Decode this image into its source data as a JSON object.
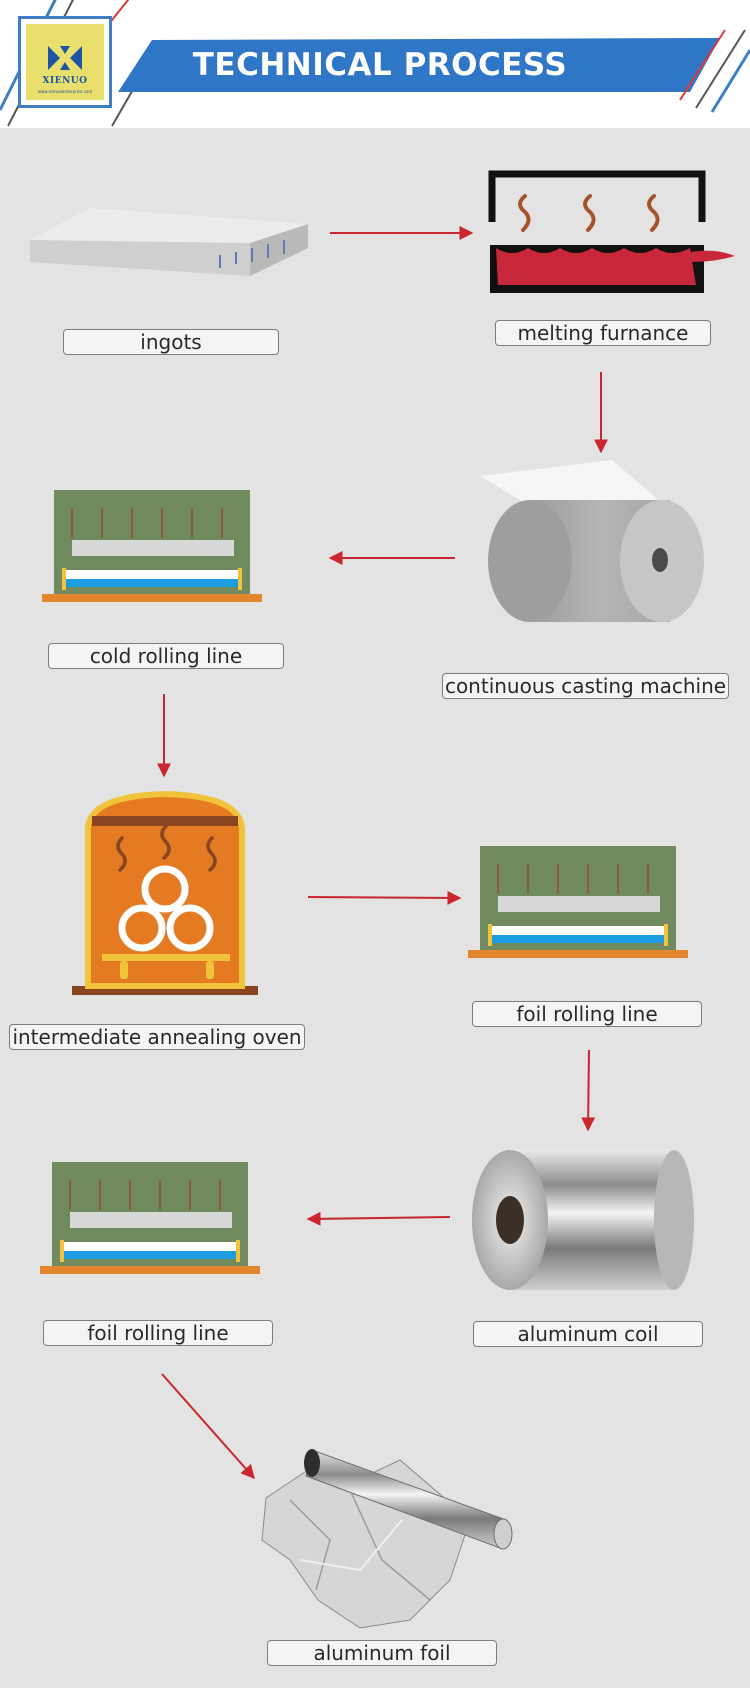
{
  "header": {
    "title": "TECHNICAL PROCESS",
    "logo": {
      "brand": "XIENUO",
      "site": "www.xienuoenterprise.com"
    }
  },
  "steps": [
    {
      "label": "ingots",
      "icon": "ingot-icon"
    },
    {
      "label": "melting furnance",
      "icon": "melting-furnace-icon"
    },
    {
      "label": "continuous casting machine",
      "icon": "casting-roll-icon"
    },
    {
      "label": "cold rolling line",
      "icon": "rolling-line-icon"
    },
    {
      "label": "intermediate annealing oven",
      "icon": "annealing-oven-icon"
    },
    {
      "label": "foil rolling line",
      "icon": "rolling-line-icon"
    },
    {
      "label": "aluminum coil",
      "icon": "aluminum-coil-icon"
    },
    {
      "label": "foil rolling line",
      "icon": "rolling-line-icon"
    },
    {
      "label": "aluminum foil",
      "icon": "aluminum-foil-icon"
    }
  ],
  "colors": {
    "banner": "#2f76c6",
    "arrow": "#c9262e",
    "machine_green": "#6f8a5c",
    "machine_orange": "#e3862e",
    "blue_band": "#1b9be0",
    "oven_orange": "#e47a22",
    "oven_yellow": "#f1c33a",
    "melt_red": "#c8283a",
    "label_border": "#7d7d7d",
    "background": "#e3e3e3"
  }
}
